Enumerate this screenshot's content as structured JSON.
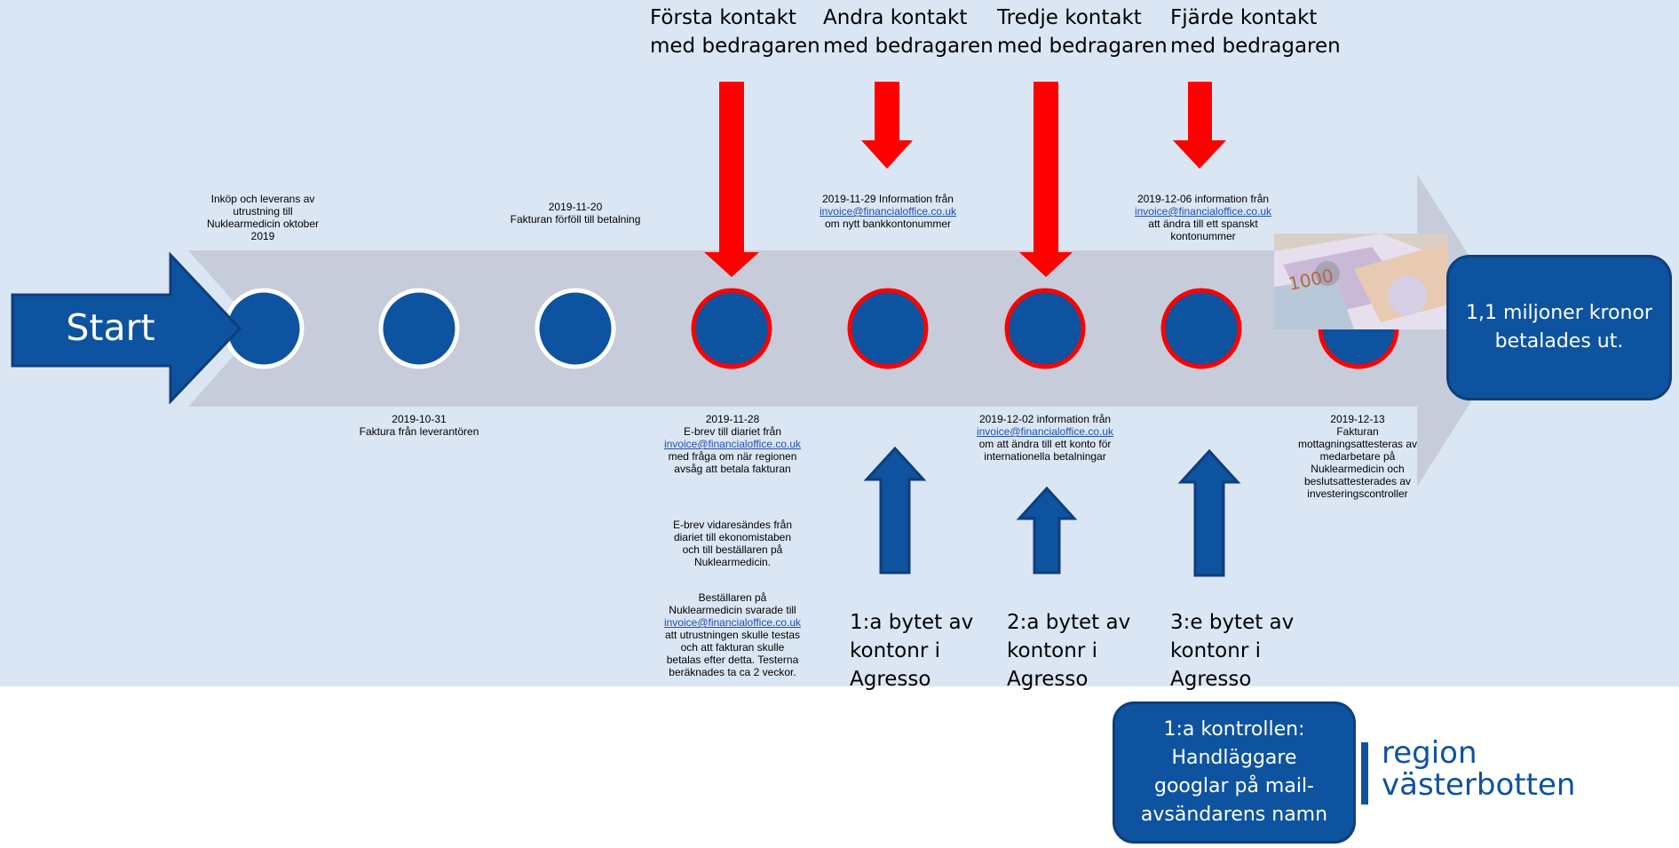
{
  "start_label": "Start",
  "contact_headers": [
    {
      "line1": "Första kontakt",
      "line2": "med bedragaren"
    },
    {
      "line1": "Andra kontakt",
      "line2": "med bedragaren"
    },
    {
      "line1": "Tredje kontakt",
      "line2": "med bedragaren"
    },
    {
      "line1": "Fjärde kontakt",
      "line2": "med bedragaren"
    }
  ],
  "top_events": [
    {
      "text": "Inköp och leverans av utrustning till Nuklearmedicin oktober 2019"
    },
    {
      "text": "2019-11-20\nFakturan förföll till betalning"
    },
    {
      "pre": "2019-11-29 Information från",
      "link": "invoice@financialoffice.co.uk",
      "post": "om nytt bankkontonummer"
    },
    {
      "pre": "2019-12-06 information från",
      "link": "invoice@financialoffice.co.uk",
      "post": "att ändra till ett spanskt kontonummer"
    }
  ],
  "bottom_events": [
    {
      "text": "2019-10-31\nFaktura från leverantören"
    },
    {
      "date": "2019-11-28",
      "pre": "E-brev till diariet från",
      "link": "invoice@financialoffice.co.uk",
      "post": "med fråga om när regionen avsåg att betala fakturan"
    },
    {
      "text": "E-brev vidaresändes från diariet till ekonomistaben och till beställaren på Nuklearmedicin."
    },
    {
      "pre": "Beställaren på Nuklearmedicin svarade till",
      "link": "invoice@financialoffice.co.uk",
      "post": "att utrustningen skulle testas och att fakturan skulle betalas efter detta. Testerna beräknades ta ca 2 veckor."
    },
    {
      "pre": "2019-12-02 information från",
      "link": "invoice@financialoffice.co.uk",
      "post": "om att ändra till ett konto för internationella betalningar"
    },
    {
      "text": "2019-12-13\nFakturan mottagningsattesteras av medarbetare på Nuklearmedicin och beslutsattesterades av investeringscontroller"
    }
  ],
  "account_changes": [
    {
      "line1": "1:a bytet av",
      "line2": "kontonr i",
      "line3": "Agresso"
    },
    {
      "line1": "2:a bytet av",
      "line2": "kontonr i",
      "line3": "Agresso"
    },
    {
      "line1": "3:e bytet av",
      "line2": "kontonr i",
      "line3": "Agresso"
    }
  ],
  "payout_box": "1,1 miljoner kronor betalades ut.",
  "control_box": "1:a kontrollen: Handläggare googlar på mail-avsändarens namn",
  "logo": {
    "line1": "region",
    "line2": "västerbotten"
  },
  "banknote_text": "1000",
  "colors": {
    "background": "#dbe6f4",
    "band": "#c7ccdb",
    "primary_blue": "#0d53a0",
    "alert_red": "#ff0000"
  }
}
